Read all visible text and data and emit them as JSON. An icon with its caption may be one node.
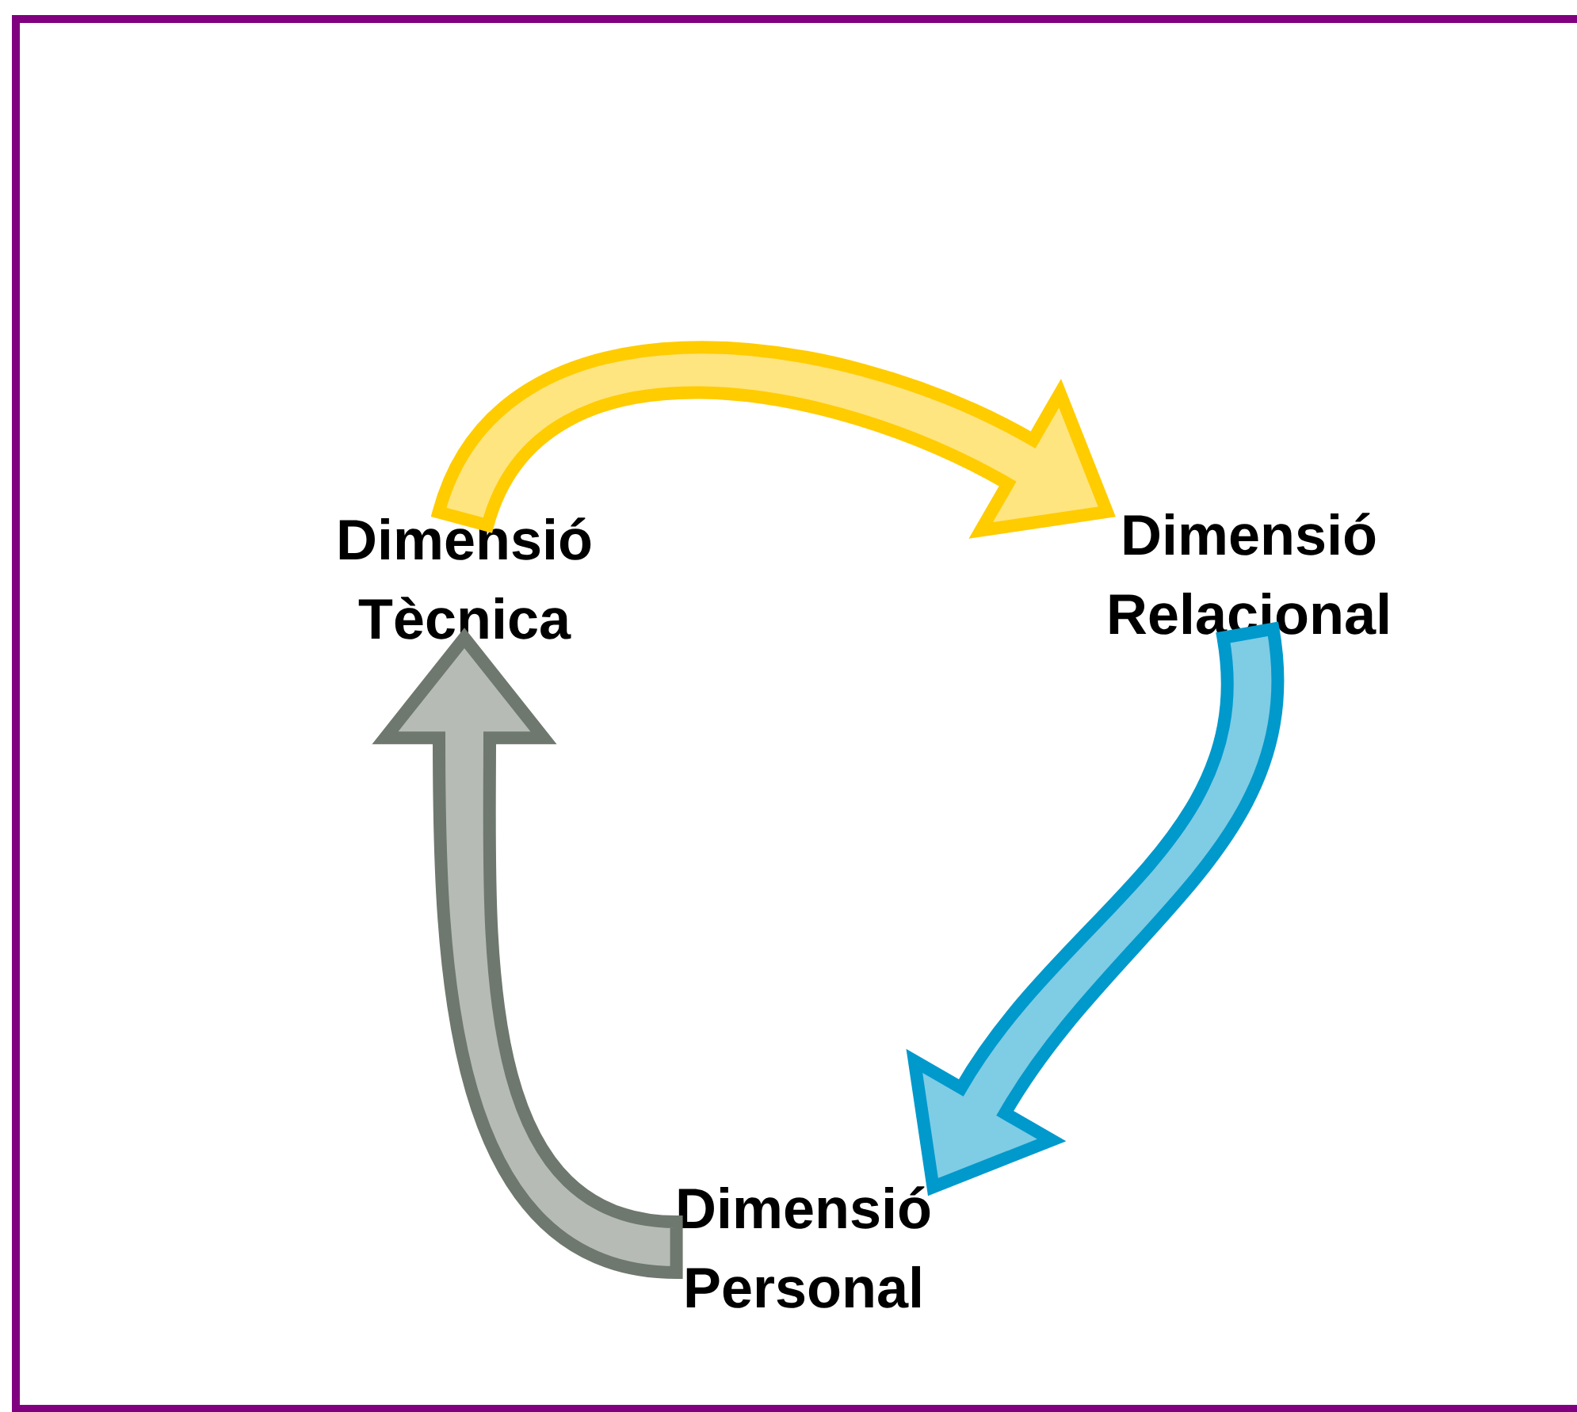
{
  "diagram": {
    "nodes": [
      {
        "text": [
          "Dimensió Tècnica"
        ]
      },
      {
        "text": [
          "Dimensió Relacional"
        ]
      },
      {
        "text": [
          "Dimensió Personal"
        ]
      }
    ],
    "edges": [
      {
        "from": 0,
        "to": 1,
        "arrow": "to",
        "color": "#ffcc00"
      },
      {
        "from": 1,
        "to": 2,
        "arrow": "to",
        "color": "#0099cc"
      },
      {
        "from": 2,
        "to": 0,
        "arrow": "to",
        "color": "#6e786e"
      }
    ]
  }
}
